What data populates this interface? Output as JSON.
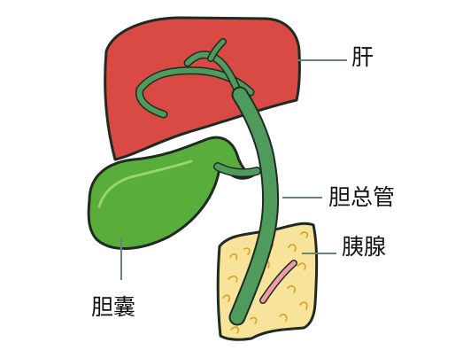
{
  "labels": {
    "liver": "肝",
    "common_bile_duct": "胆总管",
    "pancreas": "胰腺",
    "gallbladder": "胆囊"
  },
  "colors": {
    "liver": "#d94a45",
    "bile_duct": "#4f9a5d",
    "gallbladder": "#59ad3b",
    "pancreas": "#f7e39a",
    "pancreas_speckle": "#d7a21d",
    "pancreatic_duct": "#ef9ca8",
    "leader_line": "#67837c",
    "outline": "#1e2a22"
  }
}
